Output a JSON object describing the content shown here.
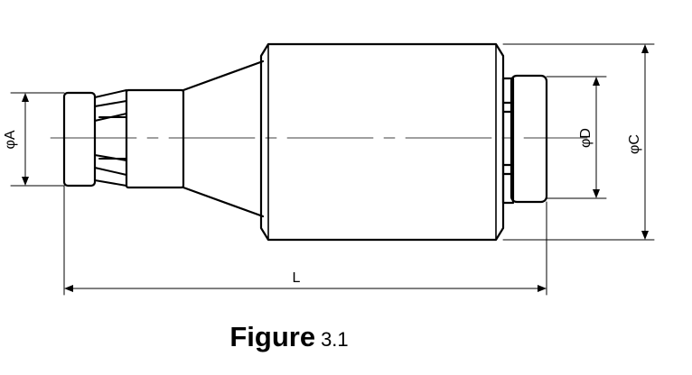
{
  "dimensions": {
    "a": "φA",
    "c": "φC",
    "d": "φD",
    "l": "L"
  },
  "caption": {
    "word": "Figure",
    "number": "3.1"
  }
}
